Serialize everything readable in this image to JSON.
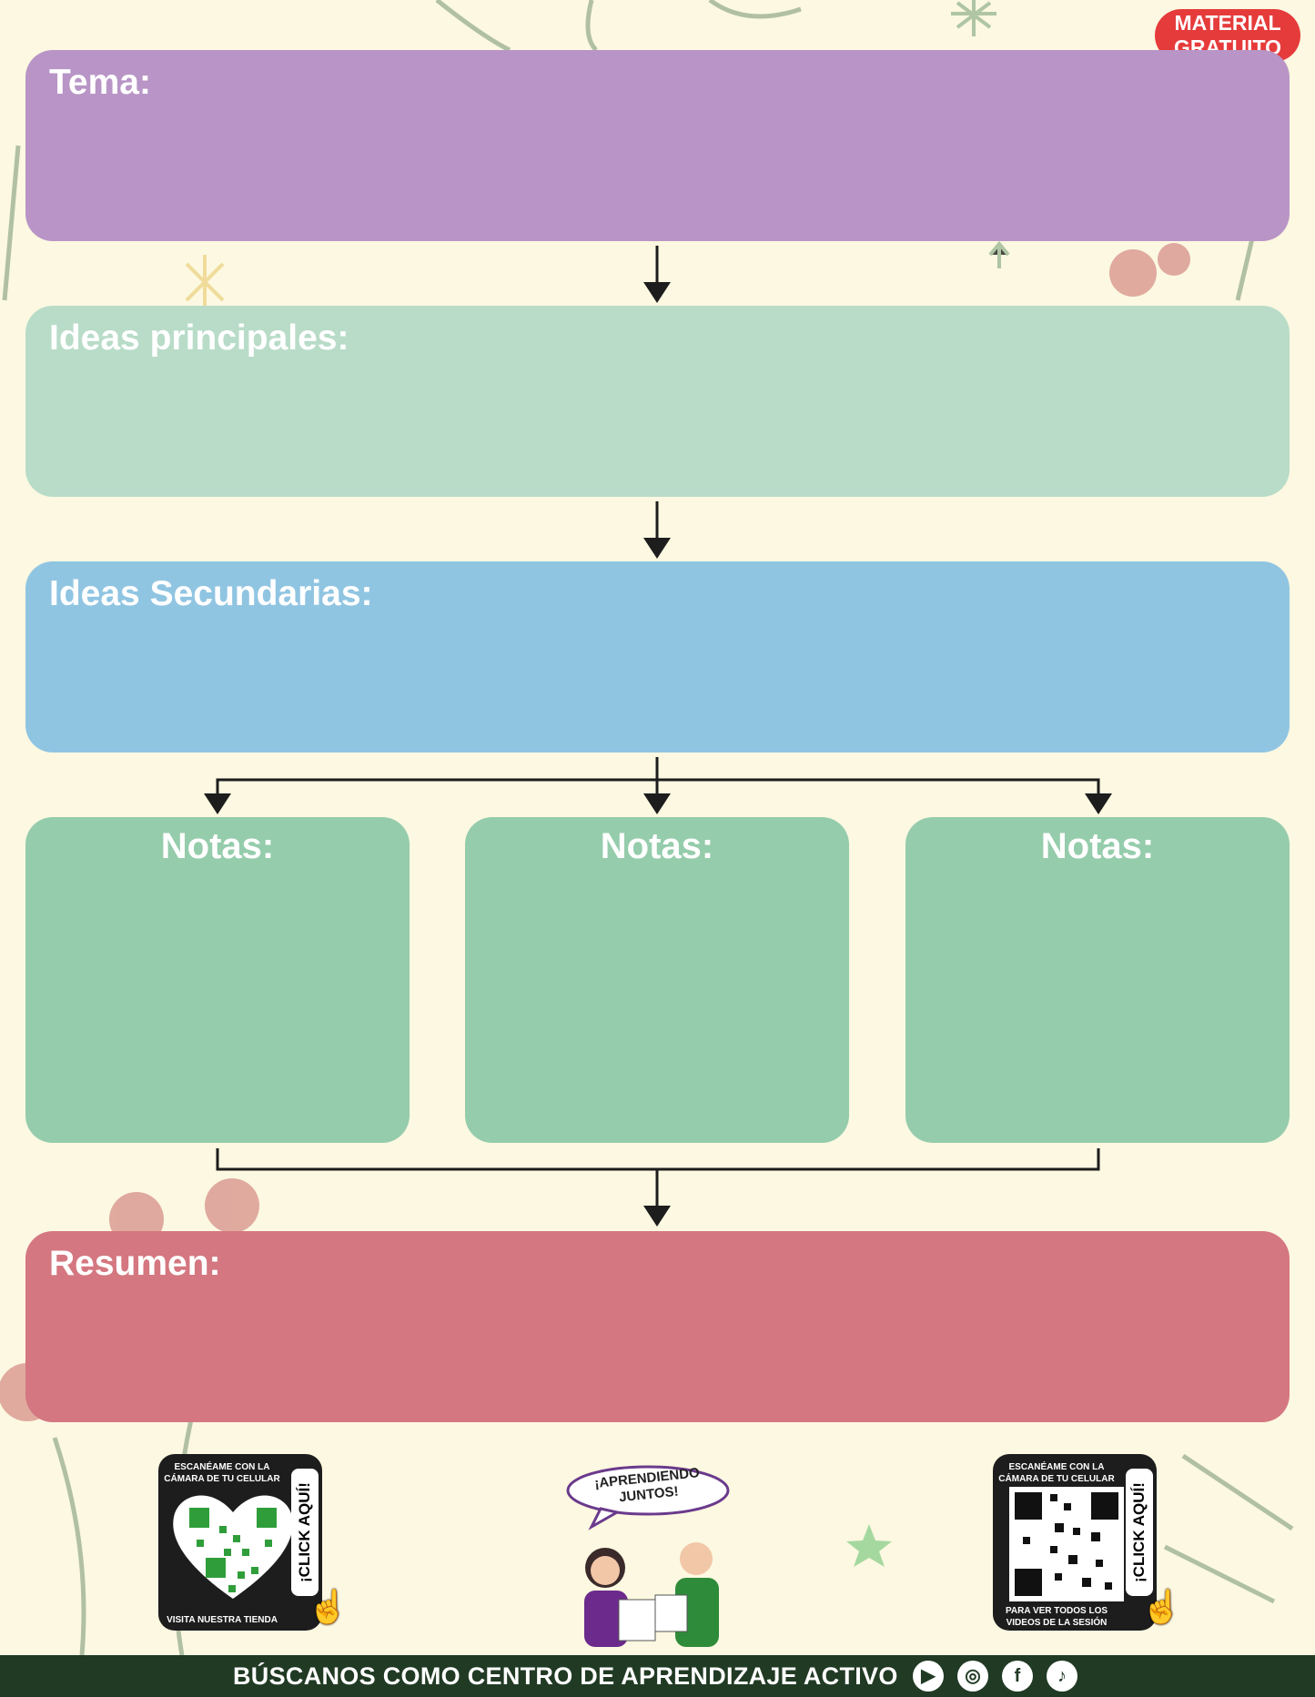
{
  "badge": {
    "line1": "MATERIAL",
    "line2": "GRATUITO"
  },
  "colors": {
    "background": "#fcf8e1",
    "tema": "#b895c6",
    "principales": "#b8dcc8",
    "secundarias": "#90c5e2",
    "notas": "#95ccab",
    "resumen": "#d47780",
    "footer": "#213a24",
    "badge": "#e63b3b"
  },
  "sections": {
    "tema": "Tema:",
    "principales": "Ideas principales:",
    "secundarias": "Ideas Secundarias:",
    "notas": [
      "Notas:",
      "Notas:",
      "Notas:"
    ],
    "resumen": "Resumen:"
  },
  "qr_left": {
    "top": "ESCANÉAME CON LA CÁMARA DE TU CELULAR",
    "bottom": "VISITA NUESTRA TIENDA",
    "side": "¡CLICK AQUÍ!"
  },
  "qr_right": {
    "top": "ESCANÉAME CON LA CÁMARA DE TU CELULAR",
    "bottom": "PARA VER TODOS LOS VIDEOS DE LA SESIÓN",
    "side": "¡CLICK AQUÍ!"
  },
  "speech": {
    "line1": "¡APRENDIENDO",
    "line2": "JUNTOS!"
  },
  "footer": {
    "text": "BÚSCANOS COMO CENTRO DE APRENDIZAJE ACTIVO",
    "icons": [
      "youtube-icon",
      "instagram-icon",
      "facebook-icon",
      "tiktok-icon"
    ]
  }
}
